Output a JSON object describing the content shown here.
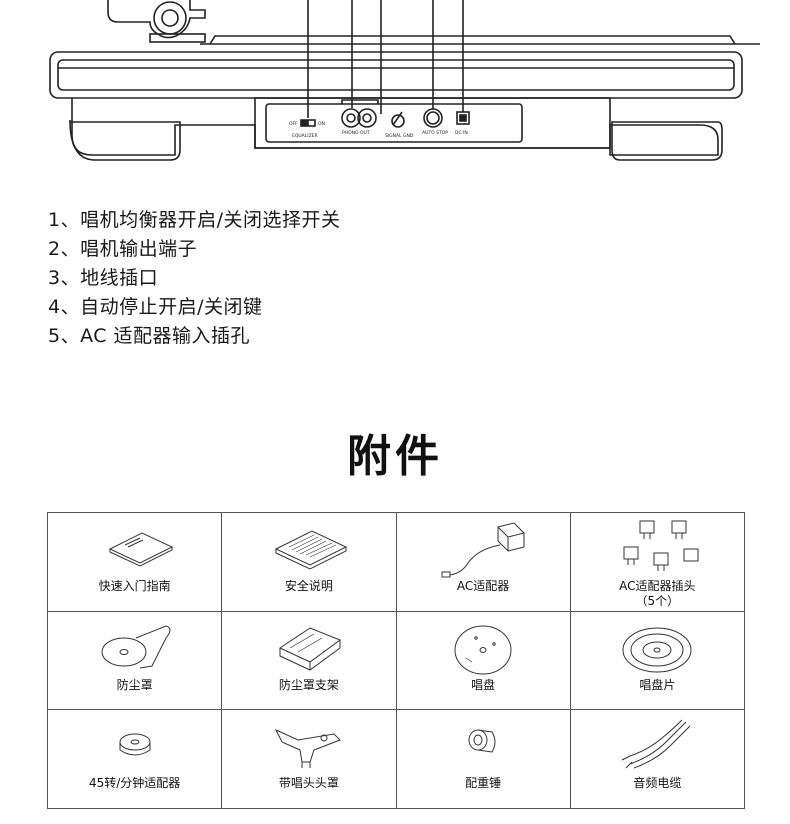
{
  "diagram": {
    "panel_labels": {
      "off": "OFF",
      "on": "ON",
      "equalizer": "EQUALIZER",
      "phono_out": "PHONO OUT",
      "signal_gnd": "SIGNAL GND",
      "auto_stop": "AUTO STOP",
      "dc_in": "DC IN"
    }
  },
  "legend": [
    "1、唱机均衡器开启/关闭选择开关",
    "2、唱机输出端子",
    "3、地线插口",
    "4、自动停止开启/关闭键",
    "5、AC 适配器输入插孔"
  ],
  "accessories": {
    "title": "附件",
    "items": [
      {
        "label": "快速入门指南",
        "icon": "quick-start-guide-icon"
      },
      {
        "label": "安全说明",
        "icon": "safety-instructions-icon"
      },
      {
        "label": "AC适配器",
        "icon": "ac-adapter-icon"
      },
      {
        "label": "AC适配器插头",
        "sub": "（5个）",
        "icon": "adapter-plugs-icon"
      },
      {
        "label": "防尘罩",
        "icon": "dust-cover-icon"
      },
      {
        "label": "防尘罩支架",
        "icon": "dust-cover-hinge-icon"
      },
      {
        "label": "唱盘",
        "icon": "platter-icon"
      },
      {
        "label": "唱盘片",
        "icon": "platter-mat-icon"
      },
      {
        "label": "45转/分钟适配器",
        "icon": "45rpm-adapter-icon"
      },
      {
        "label": "带唱头头罩",
        "icon": "headshell-icon"
      },
      {
        "label": "配重锤",
        "icon": "counterweight-icon"
      },
      {
        "label": "音频电缆",
        "icon": "audio-cable-icon"
      }
    ]
  }
}
